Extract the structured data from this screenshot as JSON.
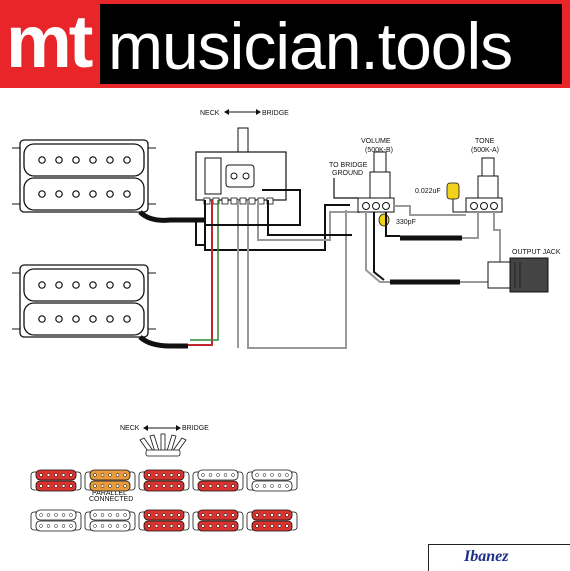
{
  "header": {
    "logo_mark": "mt",
    "site_name": "musician.tools",
    "brand_color": "#e8262a"
  },
  "diagram": {
    "switch_label_neck": "NECK",
    "switch_label_bridge": "BRIDGE",
    "volume_label": "VOLUME",
    "volume_value": "(500K-B)",
    "tone_label": "TONE",
    "tone_value": "(500K-A)",
    "ground_label_line1": "TO BRIDGE",
    "ground_label_line2": "GROUND",
    "cap_tone": "0.022uF",
    "cap_volume": "330pF",
    "jack_label": "OUTPUT JACK",
    "wire_colors": {
      "black": "#111111",
      "red": "#c0272d",
      "green": "#2d8a3a",
      "white": "#ffffff",
      "cap": "#f2d21b"
    }
  },
  "positions_legend": {
    "neck_label": "NECK",
    "bridge_label": "BRIDGE",
    "parallel_note_line1": "PARALLEL",
    "parallel_note_line2": "CONNECTED",
    "active_color": "#d9342f",
    "parallel_color": "#e89a3c"
  },
  "footer": {
    "brand": "Ibanez"
  }
}
